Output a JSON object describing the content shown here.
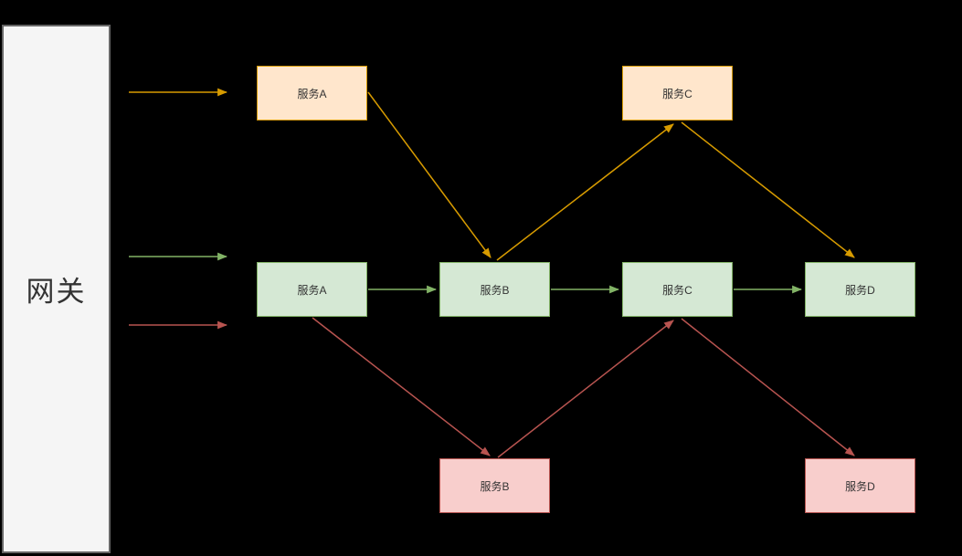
{
  "diagram": {
    "title_hint": "gateway-routing-diagram",
    "gateway": {
      "label": "网关"
    },
    "colors": {
      "background": "#000000",
      "gateway_fill": "#f5f5f5",
      "gateway_border": "#666666",
      "orange_stroke": "#d79b00",
      "orange_fill": "#ffe6cc",
      "green_stroke": "#82b366",
      "green_fill": "#d5e8d4",
      "red_stroke": "#b85450",
      "red_fill": "#f8cecc"
    },
    "nodes": {
      "orange_a": {
        "label": "服务A"
      },
      "orange_c": {
        "label": "服务C"
      },
      "green_a": {
        "label": "服务A"
      },
      "green_b": {
        "label": "服务B"
      },
      "green_c": {
        "label": "服务C"
      },
      "green_d": {
        "label": "服务D"
      },
      "red_b": {
        "label": "服务B"
      },
      "red_d": {
        "label": "服务D"
      }
    },
    "flows": {
      "orange_path": "网关 → 服务A(橙) → 服务B(绿) → 服务C(橙) → 服务D(绿)",
      "green_path": "网关 → 服务A(绿) → 服务B(绿) → 服务C(绿) → 服务D(绿)",
      "red_path": "网关 → 服务A(绿) → 服务B(红) → 服务C(绿) → 服务D(红)"
    }
  }
}
